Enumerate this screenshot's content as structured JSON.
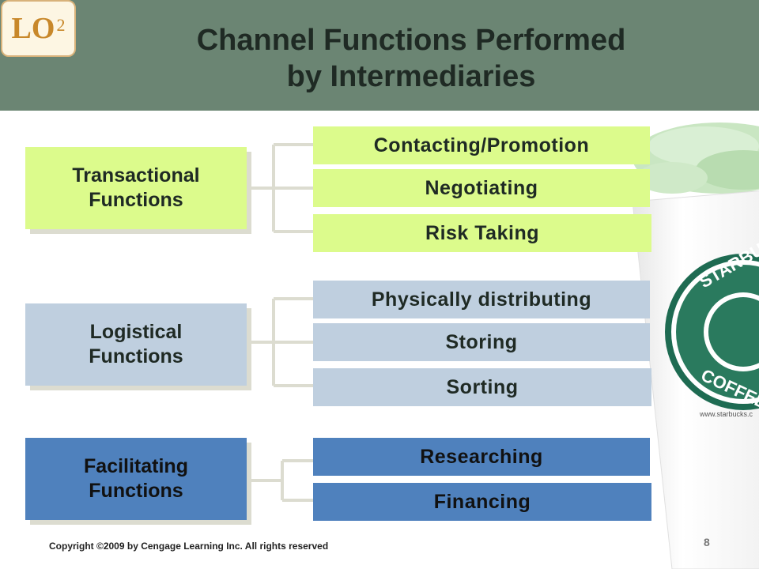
{
  "badge": {
    "text": "LO",
    "sup": "2"
  },
  "title": {
    "line1": "Channel Functions Performed",
    "line2": "by Intermediaries"
  },
  "groups": [
    {
      "label_line1": "Transactional",
      "label_line2": "Functions",
      "label_bg": "#dcfb8c",
      "item_bg": "#dcfb8c",
      "text_color": "#1f2a24",
      "items": [
        "Contacting/Promotion",
        "Negotiating",
        "Risk Taking"
      ]
    },
    {
      "label_line1": "Logistical",
      "label_line2": "Functions",
      "label_bg": "#bfcfdf",
      "item_bg": "#bfcfdf",
      "text_color": "#1f2a24",
      "items": [
        "Physically distributing",
        "Storing",
        "Sorting"
      ]
    },
    {
      "label_line1": "Facilitating",
      "label_line2": "Functions",
      "label_bg": "#4f81bd",
      "item_bg": "#4f81bd",
      "text_color": "#111111",
      "items": [
        "Researching",
        "Financing"
      ]
    }
  ],
  "cup": {
    "logo_top": "STARBUCKS",
    "logo_bottom": "COFFEE",
    "url": "www.starbucks.c"
  },
  "footer": {
    "copyright": "Copyright ©2009 by Cengage Learning Inc. All rights reserved",
    "page": "8"
  }
}
